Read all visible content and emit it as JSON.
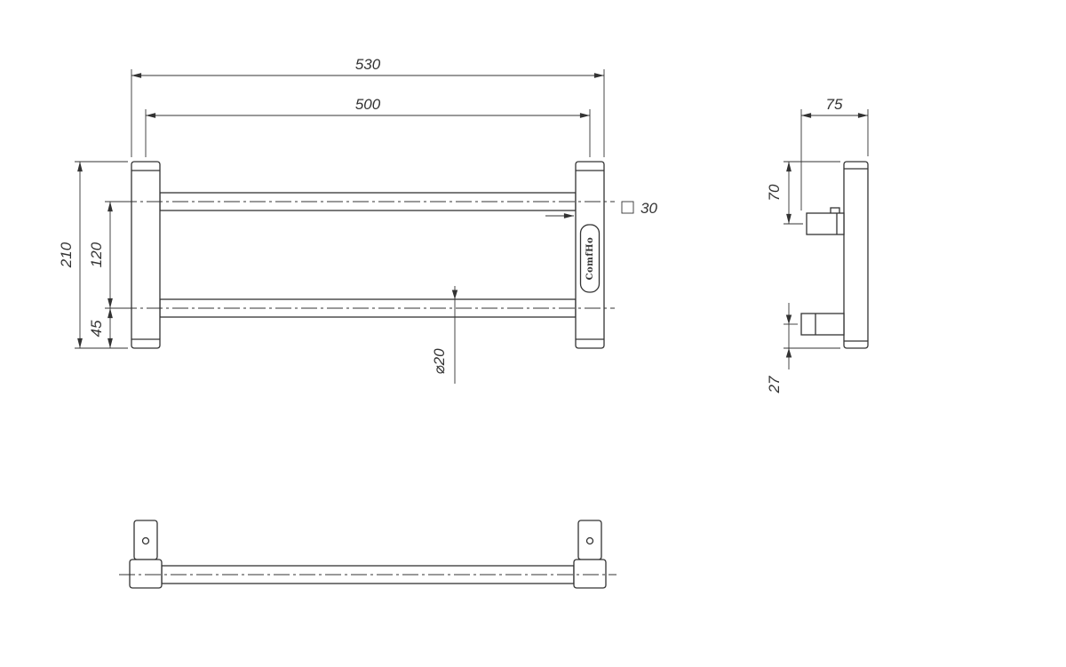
{
  "colors": {
    "line": "#333333",
    "background": "#ffffff"
  },
  "views": {
    "front": {
      "dims": {
        "overall_width": "530",
        "centers_width": "500",
        "overall_height": "210",
        "bar_spacing": "120",
        "bottom_offset": "45",
        "bar_diameter": "⌀20",
        "post_square": "30"
      },
      "brand_label": "ComfHo"
    },
    "side": {
      "dims": {
        "depth": "75",
        "top_connector_offset": "70",
        "bottom_connector_offset": "27"
      }
    }
  }
}
